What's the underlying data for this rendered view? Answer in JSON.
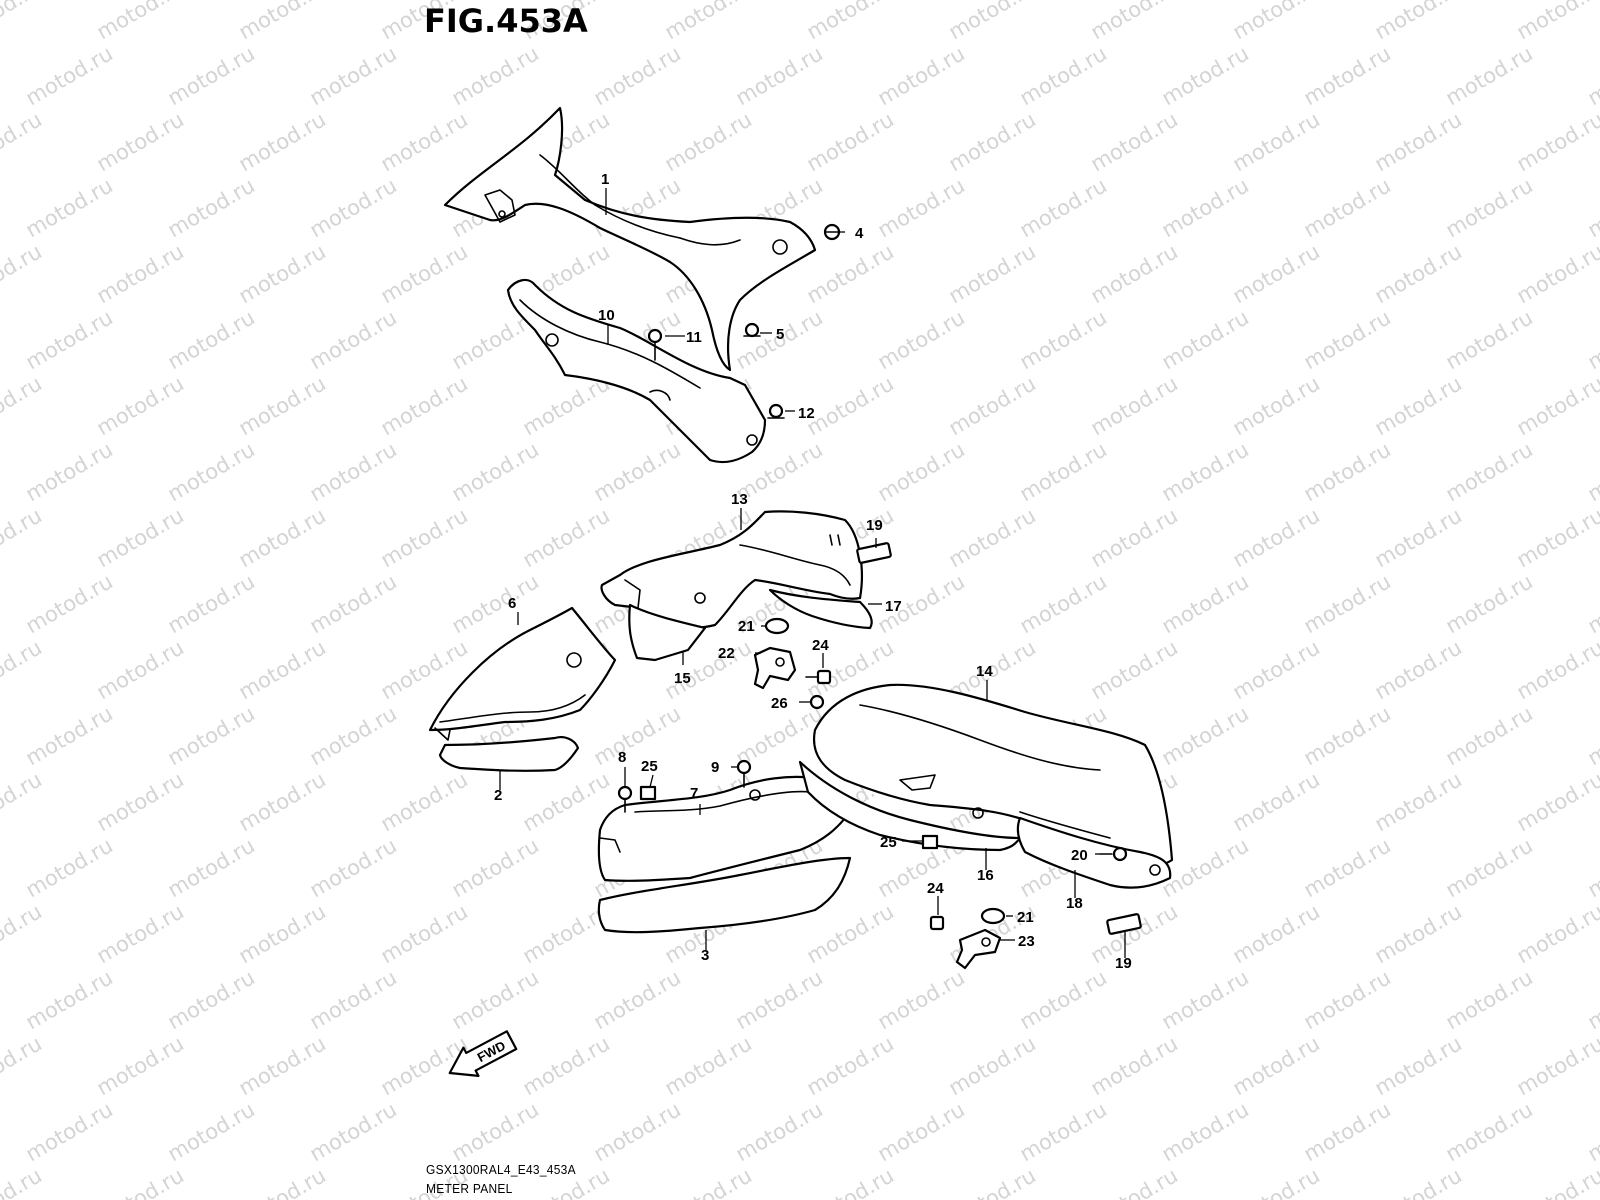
{
  "figure": {
    "title": "FIG.453A",
    "model_code": "GSX1300RAL4_E43_453A",
    "assembly_name": "METER PANEL"
  },
  "watermark": "motod.ru",
  "direction_arrow": "FWD",
  "callouts": [
    "1",
    "2",
    "3",
    "4",
    "5",
    "6",
    "7",
    "8",
    "9",
    "10",
    "11",
    "12",
    "13",
    "14",
    "15",
    "16",
    "17",
    "18",
    "19",
    "19",
    "20",
    "21",
    "21",
    "22",
    "23",
    "24",
    "24",
    "25",
    "25",
    "26"
  ]
}
